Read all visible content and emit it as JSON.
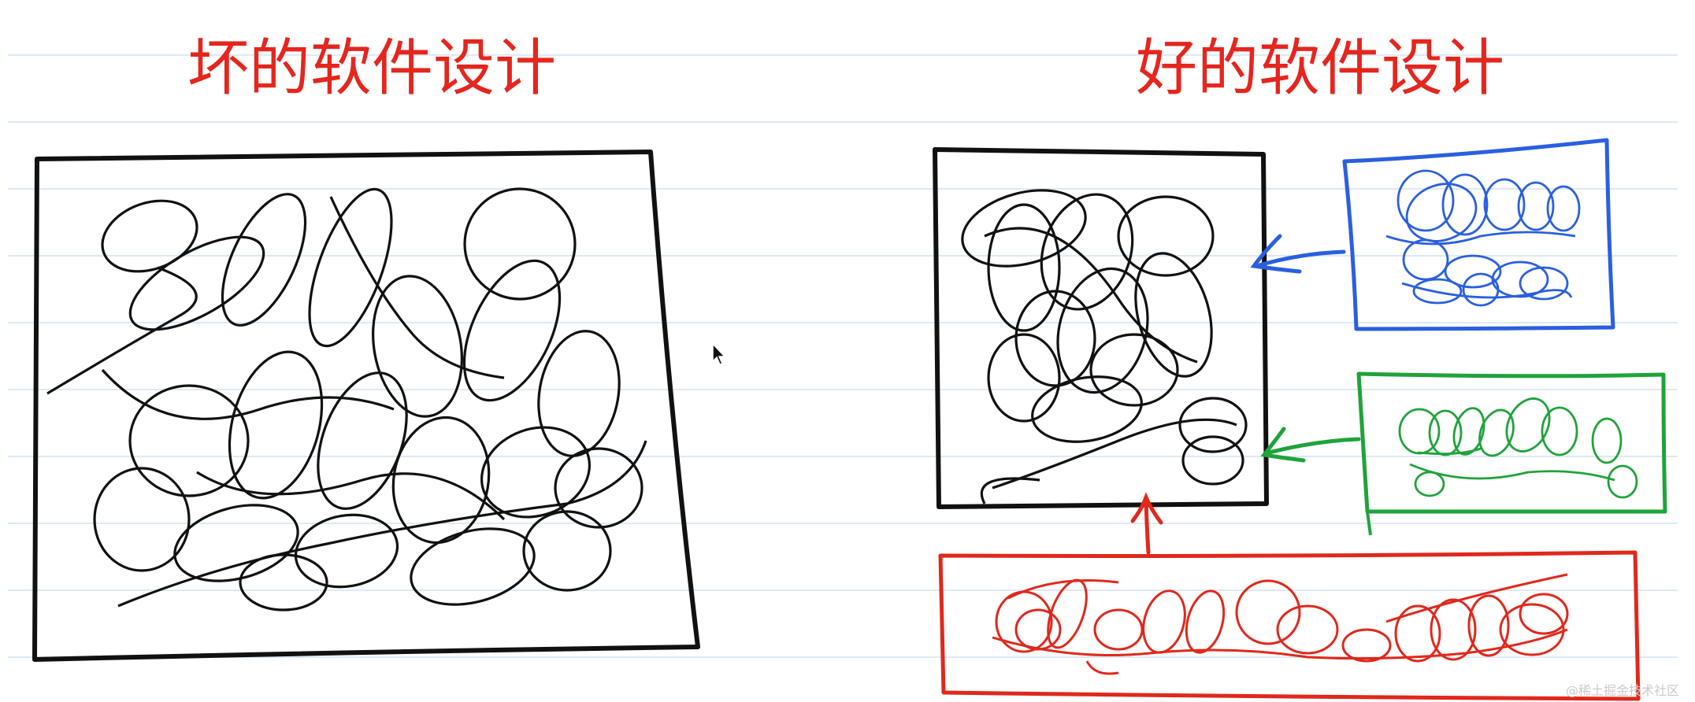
{
  "titles": {
    "bad": "坏的软件设计",
    "good": "好的软件设计"
  },
  "watermark": "@稀土掘金技术社区",
  "colors": {
    "title": "#e5261e",
    "ink": "#111111",
    "blue": "#2a5fe0",
    "green": "#1fa33a",
    "red": "#e0281c",
    "rule_line": "#dde9f5"
  },
  "icons": [
    "mouse-cursor-icon"
  ]
}
